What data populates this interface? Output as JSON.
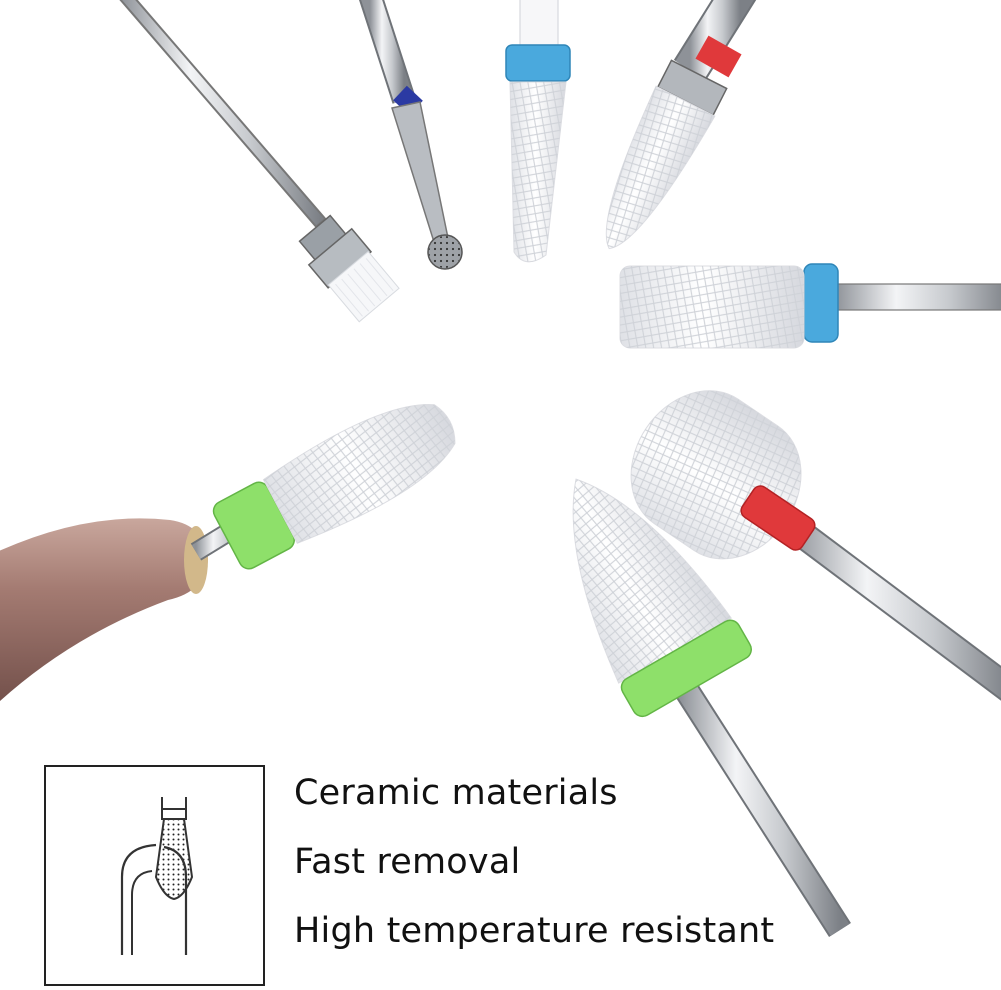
{
  "features": [
    "Ceramic materials",
    "Fast removal",
    "High temperature resistant"
  ],
  "colors": {
    "background": "#ffffff",
    "ceramic": "#f4f4f6",
    "steel": "#c9ccd1",
    "band_blue": "#4aa9dd",
    "band_red": "#e0393b",
    "band_green": "#8ee06a",
    "band_navy": "#2b3aa3",
    "handle_rose": "#a88178"
  },
  "icons": {
    "nail-with-bit-icon": "outline of a fingernail with a cone bit filing it"
  }
}
